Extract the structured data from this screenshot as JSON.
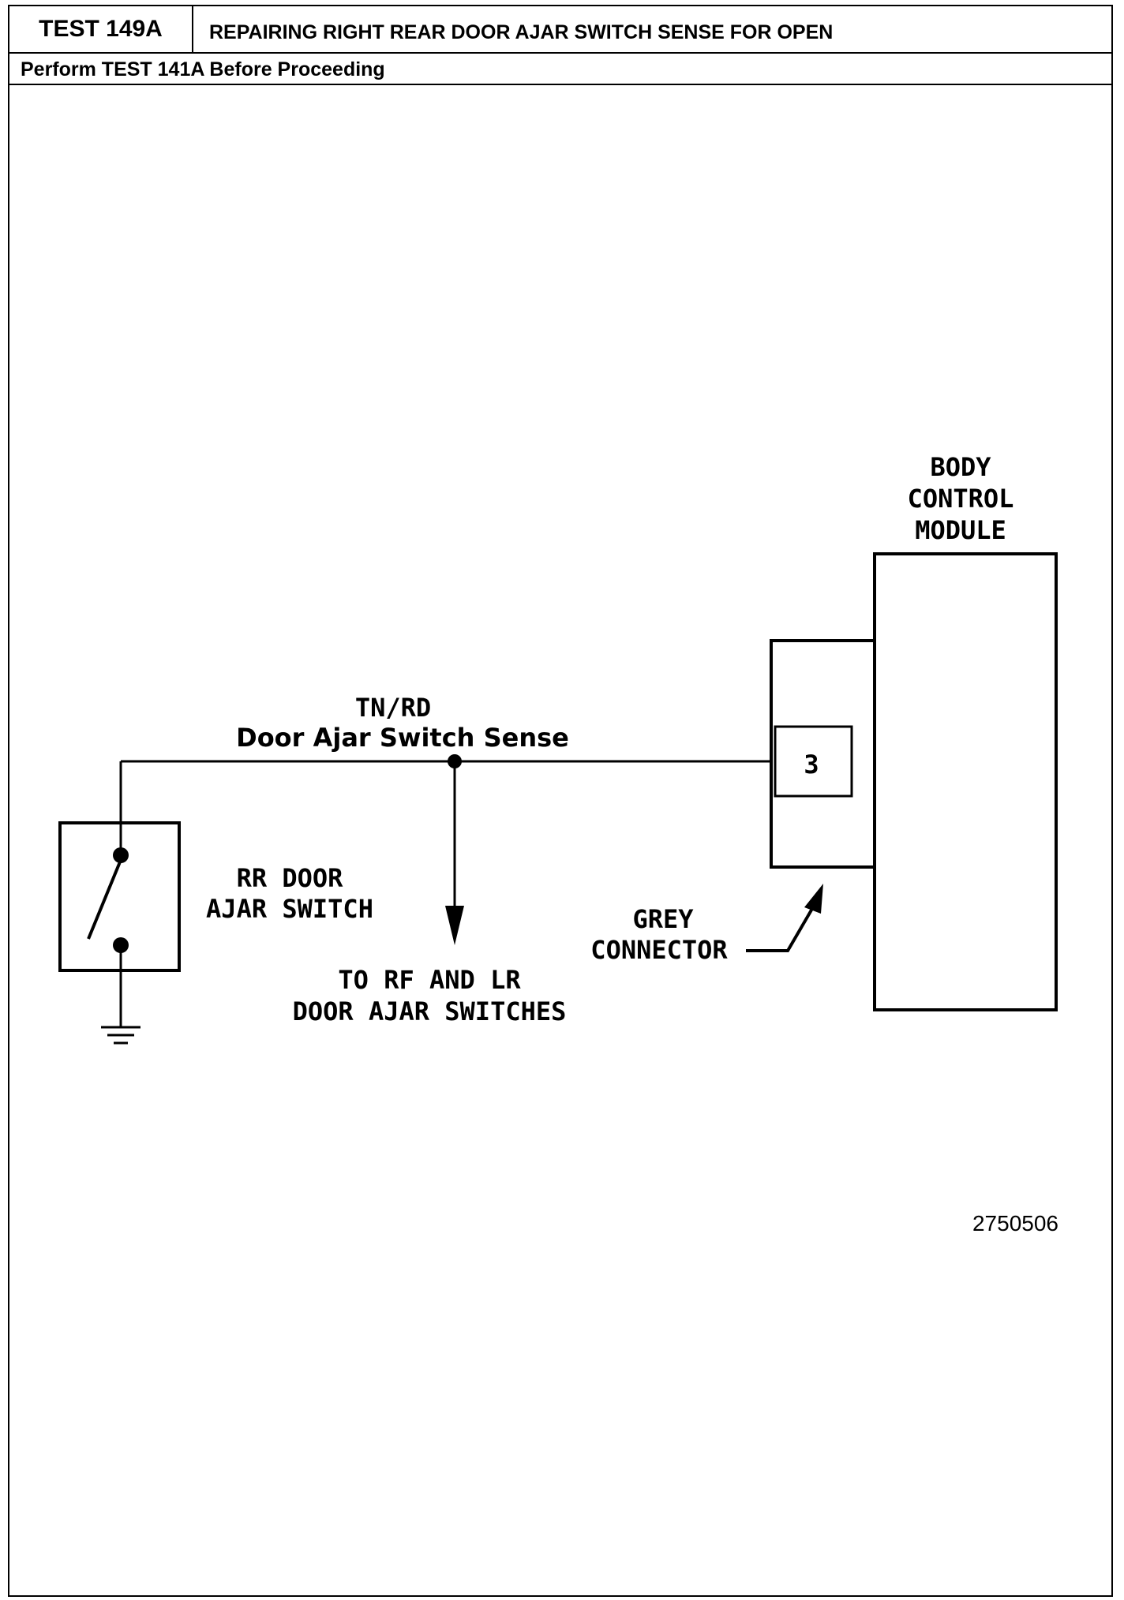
{
  "header": {
    "test_id": "TEST 149A",
    "title": "REPAIRING RIGHT REAR DOOR AJAR SWITCH SENSE FOR OPEN",
    "prerequisite": "Perform TEST 141A Before Proceeding"
  },
  "diagram": {
    "module": {
      "label_lines": [
        "BODY",
        "CONTROL",
        "MODULE"
      ]
    },
    "connector": {
      "pin": "3",
      "label_lines": [
        "GREY",
        "CONNECTOR"
      ]
    },
    "wire": {
      "color_code": "TN/RD",
      "circuit_name": "Door Ajar Switch Sense"
    },
    "switch": {
      "label_lines": [
        "RR DOOR",
        "AJAR SWITCH"
      ]
    },
    "branch": {
      "label_lines": [
        "TO RF AND LR",
        "DOOR AJAR SWITCHES"
      ]
    },
    "figure_number": "2750506"
  },
  "colors": {
    "ink": "#000000",
    "paper": "#ffffff"
  }
}
